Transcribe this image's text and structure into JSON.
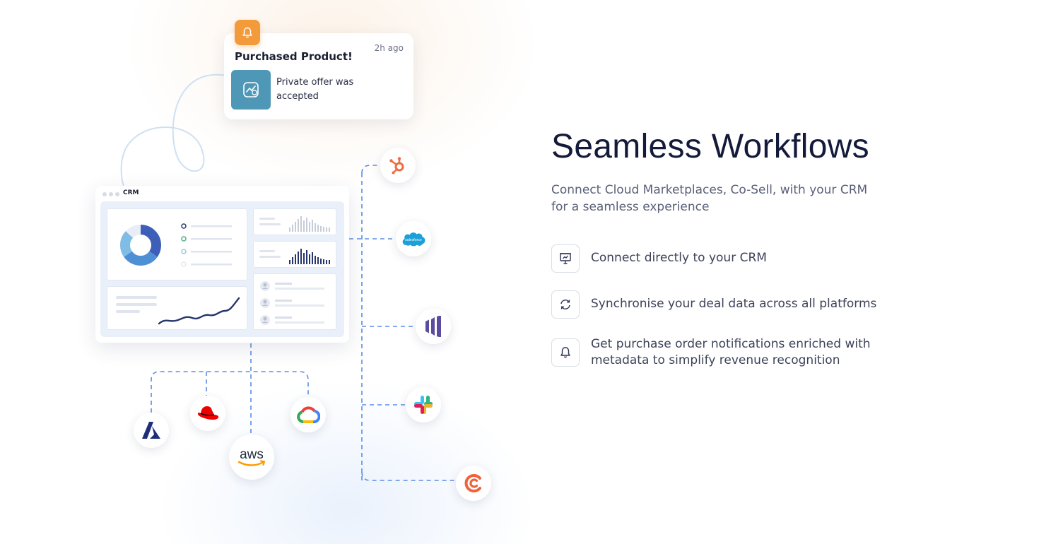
{
  "notification": {
    "title": "Purchased Product!",
    "time": "2h ago",
    "message": "Private offer was accepted",
    "icon": "bell-icon"
  },
  "crm_card": {
    "title": "CRM"
  },
  "section": {
    "heading": "Seamless Workflows",
    "subheading": "Connect Cloud Marketplaces, Co-Sell, with your CRM for a seamless experience"
  },
  "features": [
    {
      "icon": "presentation-icon",
      "text": "Connect directly to your CRM"
    },
    {
      "icon": "sync-icon",
      "text": "Synchronise your deal data across all platforms"
    },
    {
      "icon": "bell-icon",
      "text": "Get purchase order notifications enriched with metadata to simplify revenue recognition"
    }
  ],
  "integrations": {
    "crm": [
      "hubspot",
      "salesforce",
      "marketo",
      "slack",
      "clazar"
    ],
    "clouds": [
      "azure",
      "redhat",
      "aws",
      "google-cloud"
    ],
    "aws_label": "aws",
    "salesforce_label": "salesforce"
  },
  "colors": {
    "accent_orange": "#f39a3a",
    "thumb_blue": "#4e97b6",
    "dashed_line": "#5b8ee6",
    "heading": "#141a3a"
  }
}
